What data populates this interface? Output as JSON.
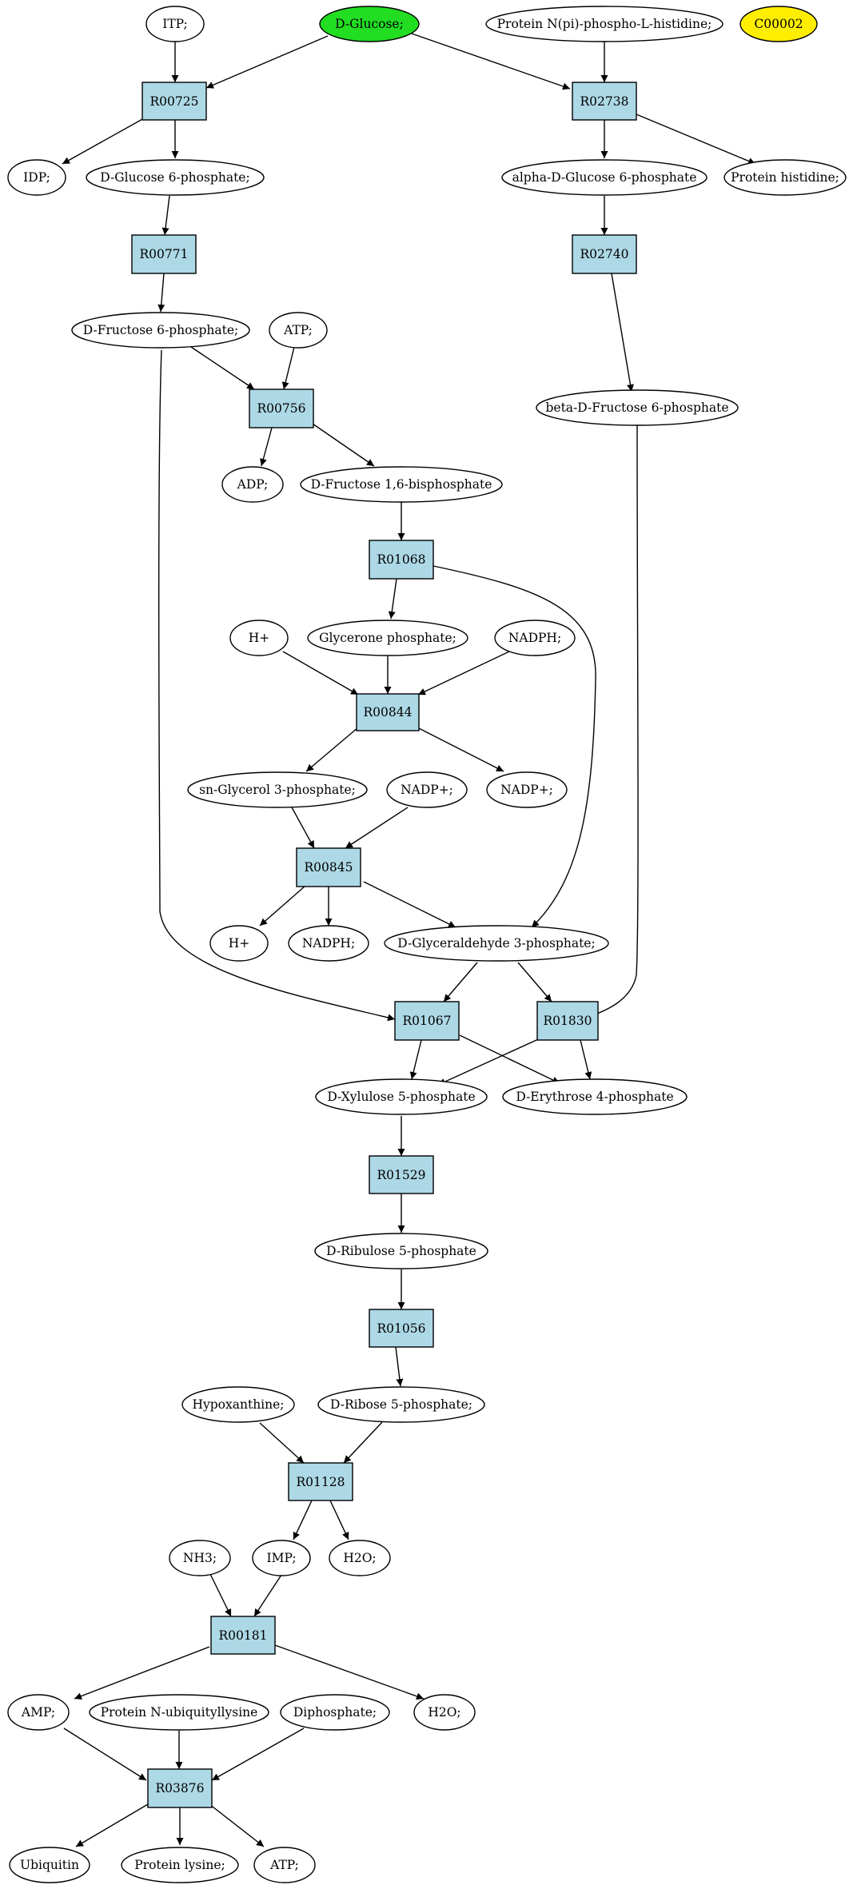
{
  "compounds": {
    "itp": "ITP;",
    "dglucose": "D-Glucose;",
    "protnpi": "Protein N(pi)-phospho-L-histidine;",
    "c00002": "C00002",
    "idp": "IDP;",
    "dg6p": "D-Glucose 6-phosphate;",
    "ag6p": "alpha-D-Glucose 6-phosphate",
    "prothis": "Protein histidine;",
    "df6p": "D-Fructose 6-phosphate;",
    "atp1": "ATP;",
    "bf6p": "beta-D-Fructose 6-phosphate",
    "adp": "ADP;",
    "dfbp": "D-Fructose 1,6-bisphosphate",
    "hplus1": "H+",
    "glycp": "Glycerone phosphate;",
    "nadph1": "NADPH;",
    "sng3p": "sn-Glycerol 3-phosphate;",
    "nadp1": "NADP+;",
    "nadp2": "NADP+;",
    "hplus2": "H+",
    "nadph2": "NADPH;",
    "dga3p": "D-Glyceraldehyde 3-phosphate;",
    "dx5p": "D-Xylulose 5-phosphate",
    "de4p": "D-Erythrose 4-phosphate",
    "dru5p": "D-Ribulose 5-phosphate",
    "hypox": "Hypoxanthine;",
    "dr5p": "D-Ribose 5-phosphate;",
    "nh3": "NH3;",
    "imp": "IMP;",
    "h2o1": "H2O;",
    "amp": "AMP;",
    "protnub": "Protein N-ubiquityllysine",
    "dipho": "Diphosphate;",
    "h2o2": "H2O;",
    "ubiq": "Ubiquitin",
    "protlys": "Protein lysine;",
    "atp2": "ATP;"
  },
  "reactions": {
    "r00725": "R00725",
    "r02738": "R02738",
    "r00771": "R00771",
    "r02740": "R02740",
    "r00756": "R00756",
    "r01068": "R01068",
    "r00844": "R00844",
    "r00845": "R00845",
    "r01067": "R01067",
    "r01830": "R01830",
    "r01529": "R01529",
    "r01056": "R01056",
    "r01128": "R01128",
    "r00181": "R00181",
    "r03876": "R03876"
  },
  "colors": {
    "highlight_green": "#22dd22",
    "highlight_yellow": "#ffee00",
    "reaction_fill": "#add8e6"
  }
}
